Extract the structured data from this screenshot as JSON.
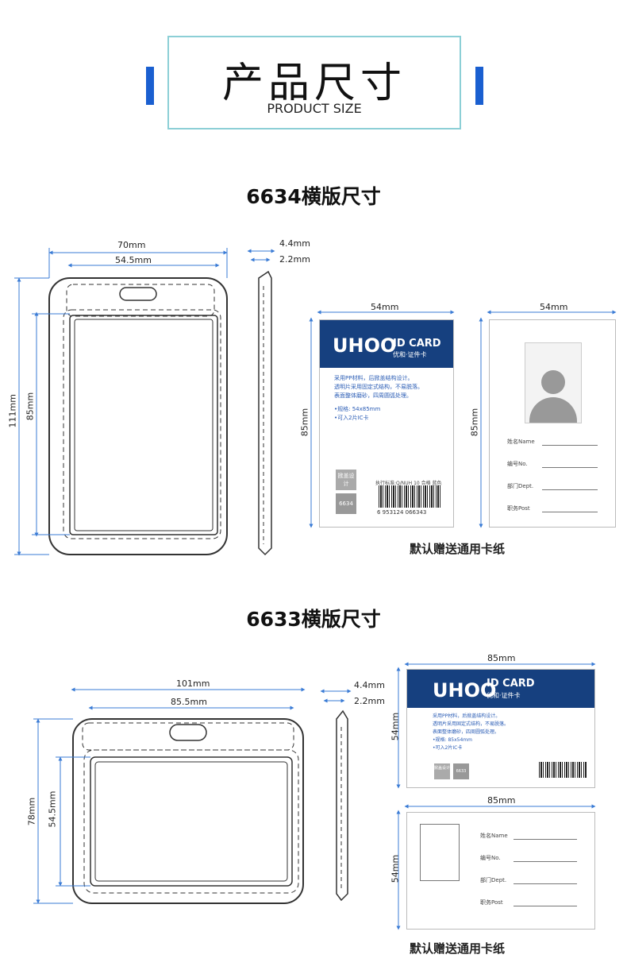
{
  "header": {
    "title": "产品尺寸",
    "subtitle": "PRODUCT SIZE"
  },
  "colors": {
    "accent": "#1a5fd0",
    "frame_border": "#8ccfd6",
    "card_navy": "#16407f",
    "dimension_blue": "#3a7bd5"
  },
  "section_6634": {
    "title": "6634横版尺寸",
    "holder": {
      "width": "70mm",
      "inner_width": "54.5mm",
      "height": "111mm",
      "inner_height": "85mm"
    },
    "side": {
      "thickness": "4.4mm",
      "inner_thickness": "2.2mm"
    },
    "card_front": {
      "width": "54mm",
      "height": "85mm",
      "brand": "UHOO",
      "id_card": "ID CARD",
      "sub": "优和·证件卡",
      "desc1": "采用PP材料，后掀盖结构设计。",
      "desc2": "透明片采用固定式结构，不易脱落。",
      "desc3": "表面整体磨砂，四周圆弧处理。",
      "spec1": "•规格: 54x85mm",
      "spec2": "•可入2片IC卡",
      "tag1": "掀盖设计",
      "tag2": "6634",
      "standard": "执行标准:Q/NUH 10  合格  蓝色",
      "barcode": "6 953124 066343"
    },
    "card_back": {
      "width": "54mm",
      "height": "85mm",
      "fields": [
        "姓名Name",
        "编号No.",
        "部门Dept.",
        "职务Post"
      ]
    },
    "caption": "默认赠送通用卡纸"
  },
  "section_6633": {
    "title": "6633横版尺寸",
    "holder": {
      "width": "101mm",
      "inner_width": "85.5mm",
      "height": "78mm",
      "inner_height": "54.5mm"
    },
    "side": {
      "thickness": "4.4mm",
      "inner_thickness": "2.2mm"
    },
    "card_front": {
      "width": "85mm",
      "height": "54mm",
      "brand": "UHOO",
      "id_card": "ID CARD",
      "sub": "优和·证件卡",
      "desc1": "采用PP材料，后掀盖结构设计。",
      "desc2": "透明片采用固定式结构，不易脱落。",
      "desc3": "表面整体磨砂，四周圆弧处理。",
      "spec1": "•规格: 85x54mm",
      "spec2": "•可入2片IC卡",
      "tag1": "掀盖设计",
      "tag2": "6633"
    },
    "card_back": {
      "width": "85mm",
      "height": "54mm",
      "fields": [
        "姓名Name",
        "编号No.",
        "部门Dept.",
        "职务Post"
      ]
    },
    "caption": "默认赠送通用卡纸"
  }
}
